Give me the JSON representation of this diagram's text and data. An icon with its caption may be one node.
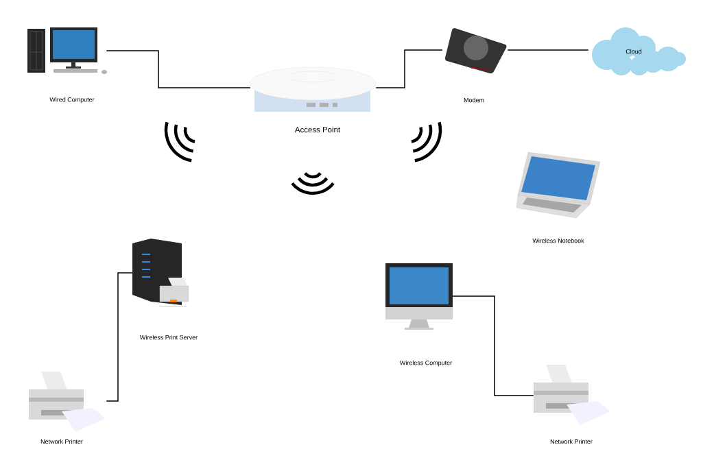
{
  "diagram": {
    "nodes": [
      {
        "text": [
          "Wired Computer"
        ]
      },
      {
        "text": [
          "Access Point"
        ]
      },
      {
        "text": [
          "Modem"
        ]
      },
      {
        "text": [
          "Cloud"
        ]
      },
      {
        "text": [
          "Wireless Notebook"
        ]
      },
      {
        "text": [
          "Wireless Print Server"
        ]
      },
      {
        "text": [
          "Network Printer"
        ]
      },
      {
        "text": [
          "Wireless Computer"
        ]
      },
      {
        "text": [
          "Network Printer"
        ]
      }
    ],
    "edges": [
      {
        "from": 0,
        "to": 1,
        "arrow": "none"
      },
      {
        "from": 1,
        "to": 2,
        "arrow": "none"
      },
      {
        "from": 2,
        "to": 3,
        "arrow": "none"
      },
      {
        "from": 5,
        "to": 6,
        "arrow": "none"
      },
      {
        "from": 7,
        "to": 8,
        "arrow": "none"
      }
    ]
  }
}
